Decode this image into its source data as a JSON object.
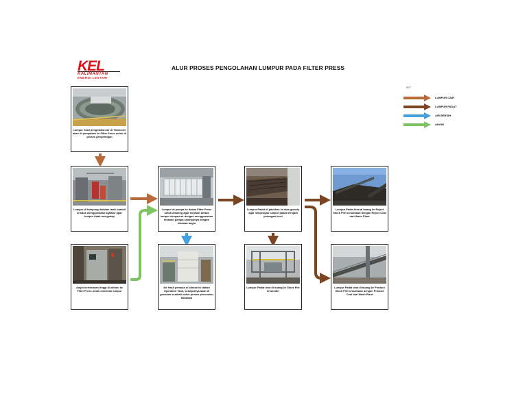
{
  "logo": {
    "mark": "KEL",
    "line1": "KALIMANTAN",
    "line2": "ENERGI LESTARI"
  },
  "title": "ALUR PROSES PENGOLAHAN LUMPUR PADA FILTER PRESS",
  "legend": {
    "heading": "KET :",
    "items": [
      {
        "label": "LUMPUR CAIR",
        "color": "#b96a3a"
      },
      {
        "label": "LUMPUR PADAT",
        "color": "#7a4520"
      },
      {
        "label": "AIR BERSIH",
        "color": "#43a1de"
      },
      {
        "label": "ANGIN",
        "color": "#7ec463"
      }
    ]
  },
  "steps": {
    "thickener": "Lumpur hasil pengolahan air di Thickener akan di pompakan ke Filter Press untuk di proses pengeringan",
    "tank": "Lumpur di tampung didalam tanki sambil di aduk menggunakan agitator agar lumpur tidak mengedap",
    "compressor": "Angin bertekanan tinggi di alirkan ke Filter Press untuk menekan lumpur",
    "filterpress": "Lumpur di pompa ke dalam Filter Press untuk disaring agar terpisah antara lumpur dengan air dengan menggunakan tekanan pompa selanjutnya dengan tekanan angin",
    "watertank": "Air Hasil perasan di alirkan ke dalam Operation Tank, selanjutnya akan di gunakan kembali untuk proses pencucian batubara",
    "grizzly": "Lumpur Padat di jatuhkan ke atas grezzly agar lempengan lumpur padat menjadi potongan kecil",
    "stockpile": "Lumpur Padat bisa di buang ke Stock Pile tersendiri",
    "reject": "Lumpur Padat bisa di buang ke Reject Stock Pile bersamaan dengan Reject Coal dari Wash Plant",
    "product": "Lumpur Padat bisa di buang ke Product Stock Pile bersamaan dengan Product Coal dari Wash Plant"
  }
}
